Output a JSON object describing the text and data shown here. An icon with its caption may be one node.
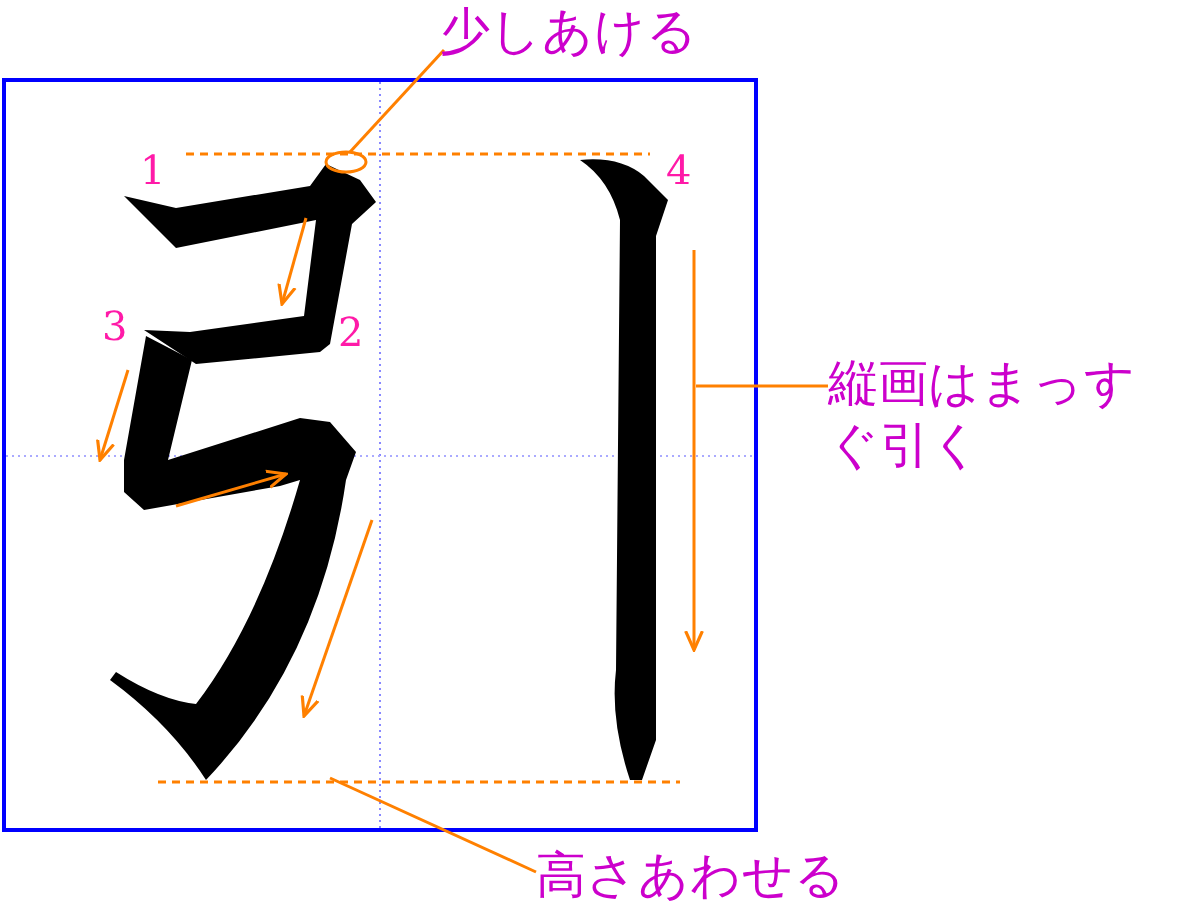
{
  "diagram": {
    "nodes": [
      {
        "text": [
          "少しあける"
        ]
      },
      {
        "text": [],
        "shape": "ellipse"
      },
      {
        "text": [
          "縦画はまっすぐ引く"
        ]
      },
      {
        "text": [
          "高さあわせる"
        ]
      }
    ],
    "edges": [
      {
        "from": 0,
        "to": 1,
        "arrow": "none"
      },
      {
        "from": 2,
        "to": null,
        "arrow": "none"
      },
      {
        "from": 3,
        "to": null,
        "arrow": "none"
      }
    ],
    "labels": [
      "1",
      "2",
      "3",
      "4"
    ]
  }
}
